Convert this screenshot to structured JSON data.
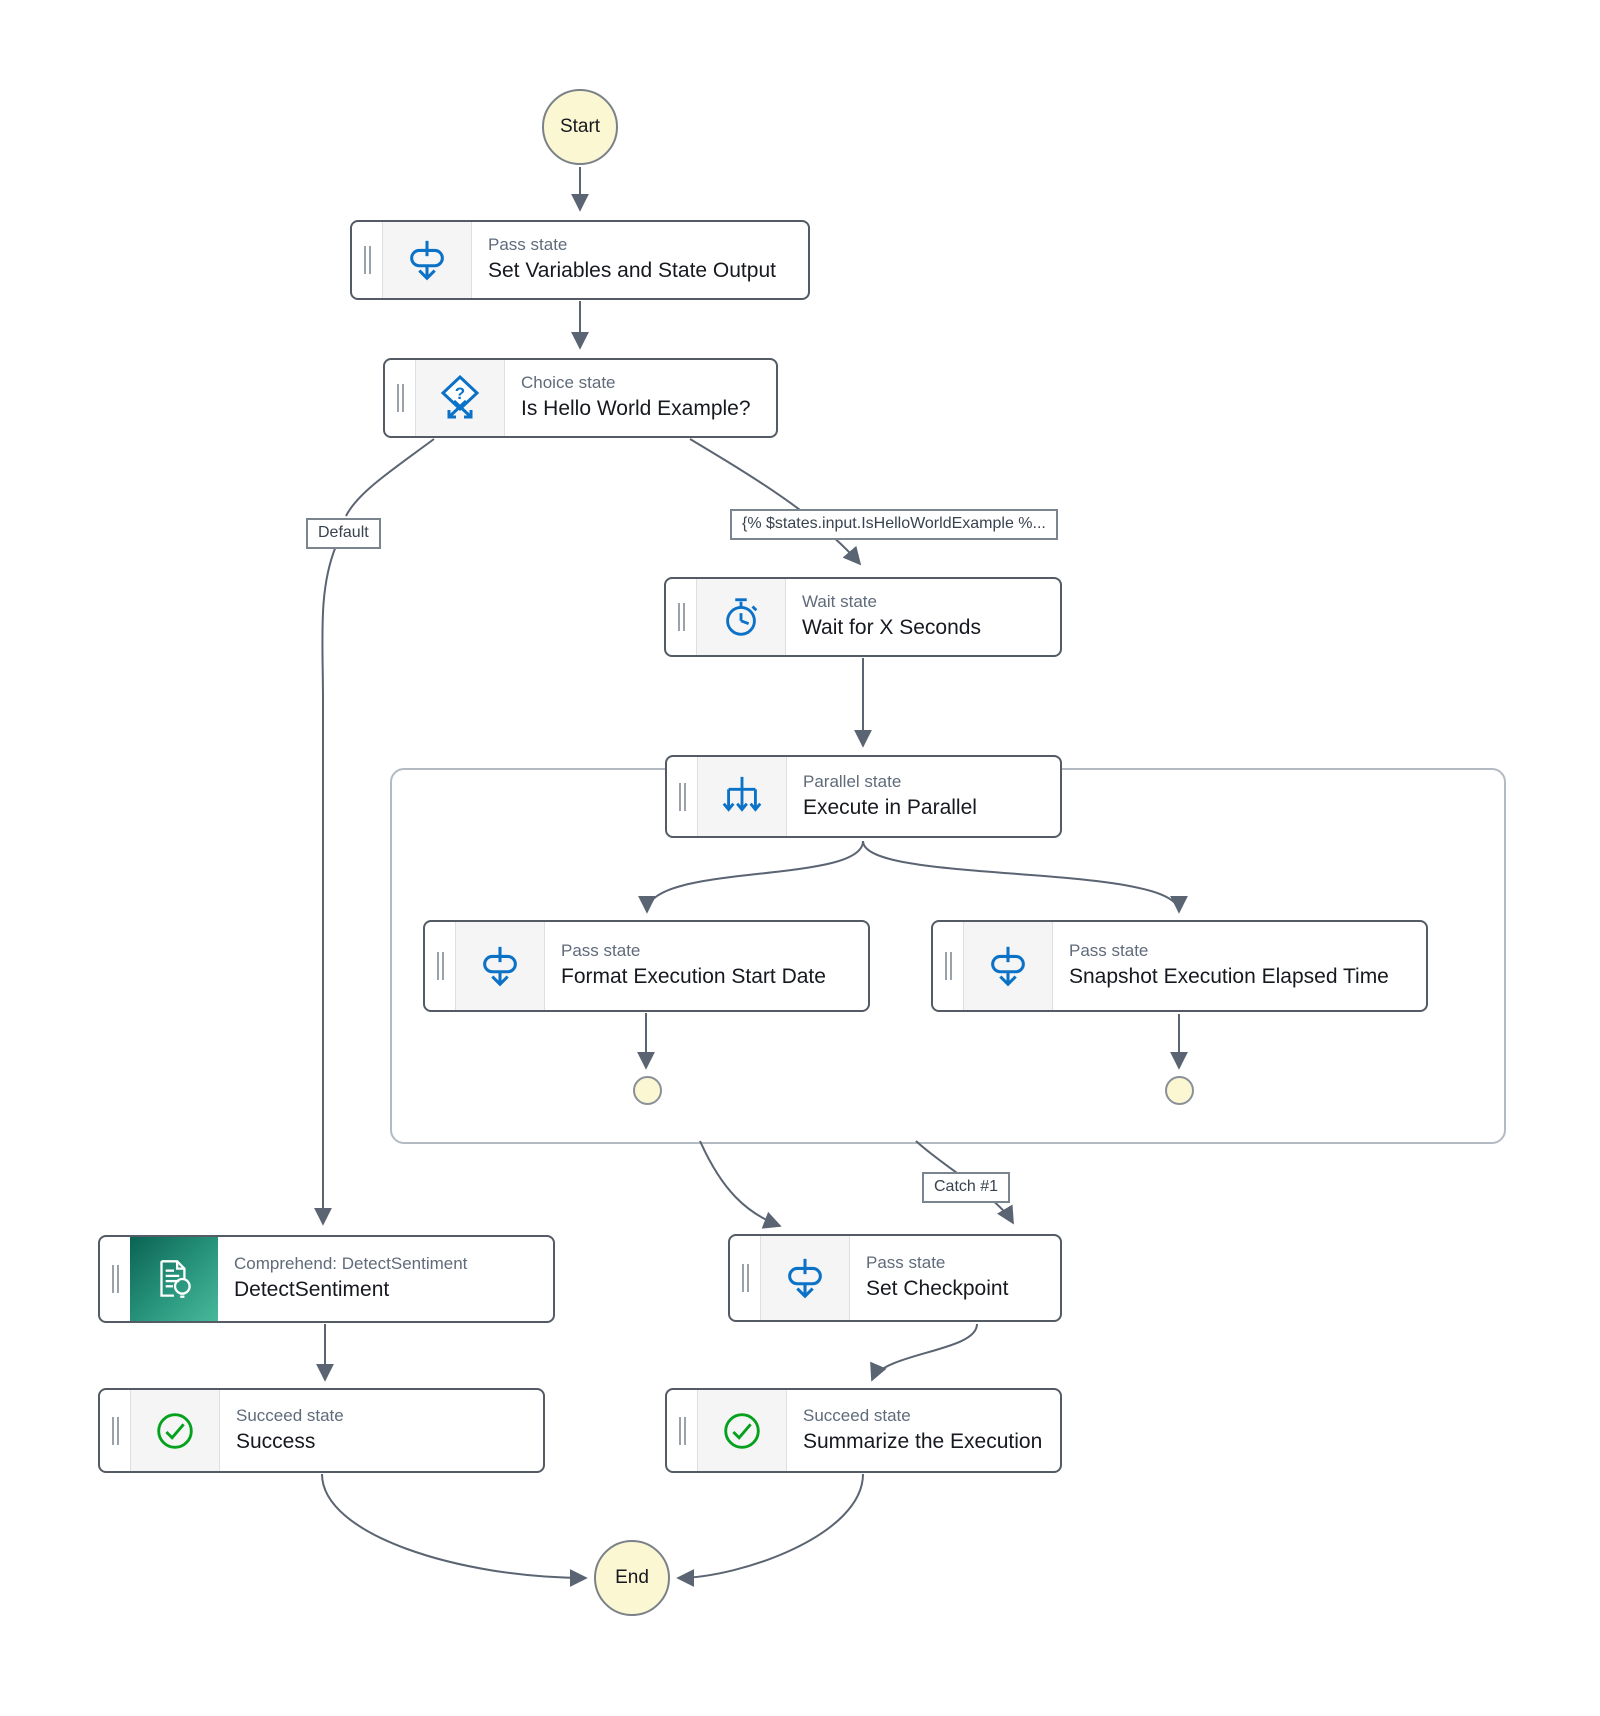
{
  "terminals": {
    "start": "Start",
    "end": "End"
  },
  "edge_labels": {
    "default": "Default",
    "condition": "{% $states.input.IsHelloWorldExample %...",
    "catch": "Catch #1"
  },
  "nodes": {
    "set_variables": {
      "type_label": "Pass state",
      "title": "Set Variables and State Output",
      "icon": "pass-icon"
    },
    "choice": {
      "type_label": "Choice state",
      "title": "Is Hello World Example?",
      "icon": "choice-icon"
    },
    "wait": {
      "type_label": "Wait state",
      "title": "Wait for X Seconds",
      "icon": "wait-icon"
    },
    "parallel": {
      "type_label": "Parallel state",
      "title": "Execute in Parallel",
      "icon": "parallel-icon"
    },
    "format_date": {
      "type_label": "Pass state",
      "title": "Format Execution Start Date",
      "icon": "pass-icon"
    },
    "snapshot_time": {
      "type_label": "Pass state",
      "title": "Snapshot Execution Elapsed Time",
      "icon": "pass-icon"
    },
    "detect_sentiment": {
      "type_label": "Comprehend: DetectSentiment",
      "title": "DetectSentiment",
      "icon": "comprehend-icon"
    },
    "success": {
      "type_label": "Succeed state",
      "title": "Success",
      "icon": "succeed-icon"
    },
    "set_checkpoint": {
      "type_label": "Pass state",
      "title": "Set Checkpoint",
      "icon": "pass-icon"
    },
    "summarize": {
      "type_label": "Succeed state",
      "title": "Summarize the Execution",
      "icon": "succeed-icon"
    }
  },
  "icons": [
    "pass-icon",
    "choice-icon",
    "wait-icon",
    "parallel-icon",
    "comprehend-icon",
    "succeed-icon",
    "drag-handle"
  ],
  "colors": {
    "accent_blue": "#0b72c7",
    "edge_gray": "#5b6472",
    "node_border": "#545b64",
    "terminal_fill": "#fbf7d2",
    "succeed_green": "#04a11c",
    "comprehend_gradient_start": "#0a6354",
    "comprehend_gradient_end": "#48b89b"
  }
}
